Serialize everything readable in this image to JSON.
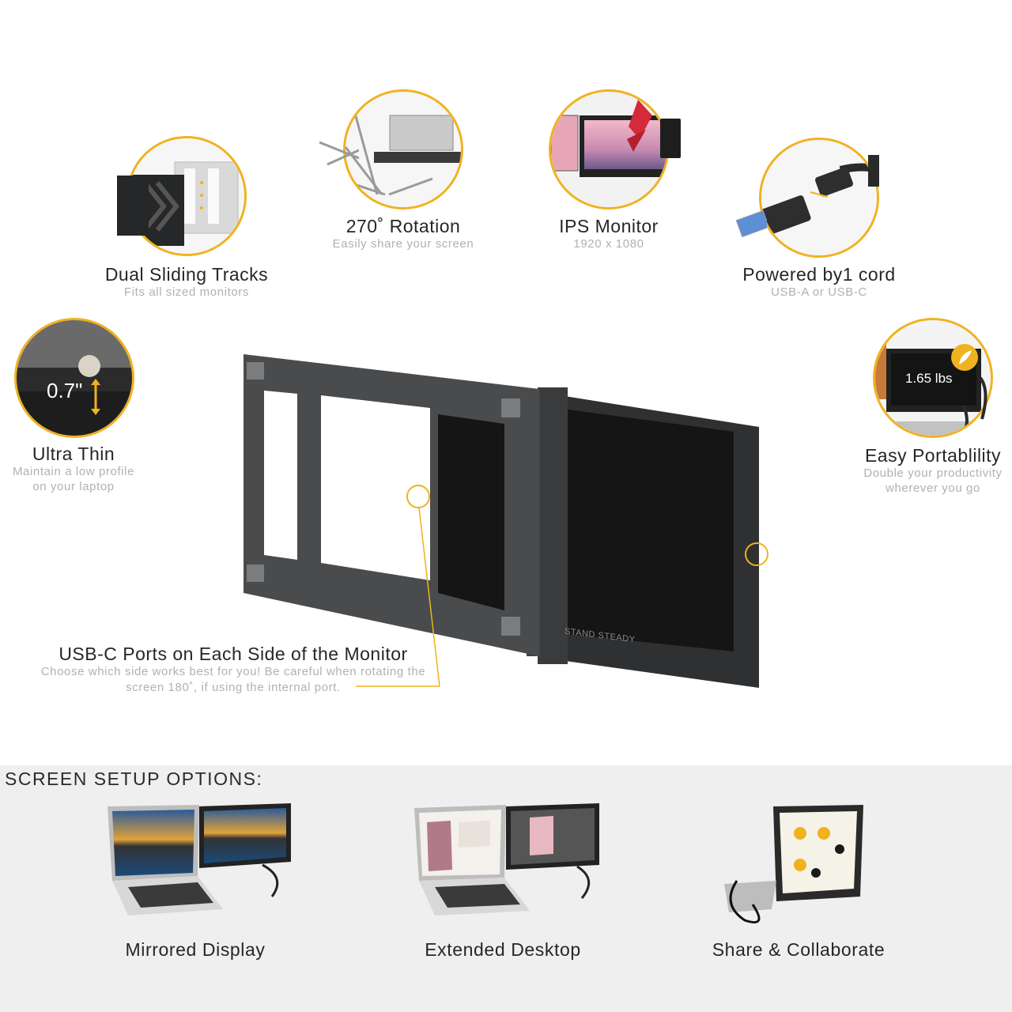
{
  "features": {
    "dual_tracks": {
      "title": "Dual Sliding Tracks",
      "subtitle": "Fits all sized monitors"
    },
    "rotation": {
      "title": "270˚ Rotation",
      "subtitle": "Easily share your screen"
    },
    "ips": {
      "title": "IPS Monitor",
      "subtitle": "1920 x 1080"
    },
    "power": {
      "title": "Powered by1 cord",
      "subtitle": "USB-A or USB-C"
    },
    "thin": {
      "title": "Ultra Thin",
      "subtitle_line1": "Maintain a low profile",
      "subtitle_line2": "on your laptop",
      "measure": "0.7\""
    },
    "portability": {
      "title": "Easy Portablility",
      "subtitle_line1": "Double your productivity",
      "subtitle_line2": "wherever you go",
      "weight": "1.65 lbs"
    }
  },
  "usb_ports": {
    "title": "USB-C Ports on Each Side of the Monitor",
    "line1": "Choose which side works best for you! Be careful when rotating the",
    "line2": "screen 180˚, if using the internal port."
  },
  "monitor_brand": "STAND STEADY",
  "setup": {
    "heading": "SCREEN SETUP OPTIONS:",
    "options": [
      "Mirrored Display",
      "Extended Desktop",
      "Share & Collaborate"
    ]
  },
  "colors": {
    "accent": "#f0b21e",
    "frame": "#4a4b4d",
    "screen": "#121212"
  }
}
